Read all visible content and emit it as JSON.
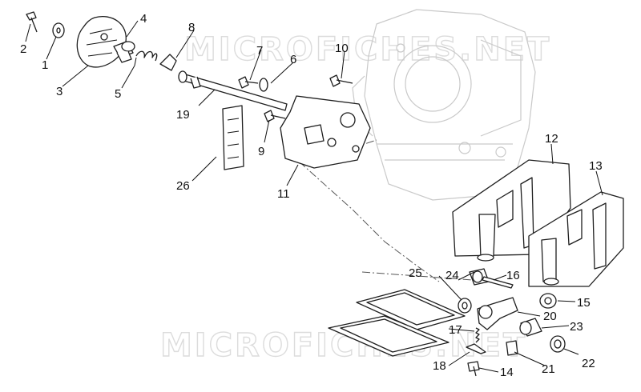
{
  "watermark": "MICROFICHES.NET",
  "callouts": [
    {
      "id": "c1",
      "text": "1"
    },
    {
      "id": "c2",
      "text": "2"
    },
    {
      "id": "c3",
      "text": "3"
    },
    {
      "id": "c4",
      "text": "4"
    },
    {
      "id": "c5",
      "text": "5"
    },
    {
      "id": "c6",
      "text": "6"
    },
    {
      "id": "c7",
      "text": "7"
    },
    {
      "id": "c8",
      "text": "8"
    },
    {
      "id": "c9",
      "text": "9"
    },
    {
      "id": "c10",
      "text": "10"
    },
    {
      "id": "c11",
      "text": "11"
    },
    {
      "id": "c12",
      "text": "12"
    },
    {
      "id": "c13",
      "text": "13"
    },
    {
      "id": "c14",
      "text": "14"
    },
    {
      "id": "c15",
      "text": "15"
    },
    {
      "id": "c16",
      "text": "16"
    },
    {
      "id": "c17",
      "text": "17"
    },
    {
      "id": "c18",
      "text": "18"
    },
    {
      "id": "c19",
      "text": "19"
    },
    {
      "id": "c20",
      "text": "20"
    },
    {
      "id": "c21",
      "text": "21"
    },
    {
      "id": "c22",
      "text": "22"
    },
    {
      "id": "c23",
      "text": "23"
    },
    {
      "id": "c24",
      "text": "24"
    },
    {
      "id": "c25",
      "text": "25"
    },
    {
      "id": "c26",
      "text": "26"
    }
  ],
  "colors": {
    "line": "#1e1e1e",
    "ghost": "#c9c9c9",
    "watermark": "#dcdcdc",
    "background": "#ffffff"
  }
}
